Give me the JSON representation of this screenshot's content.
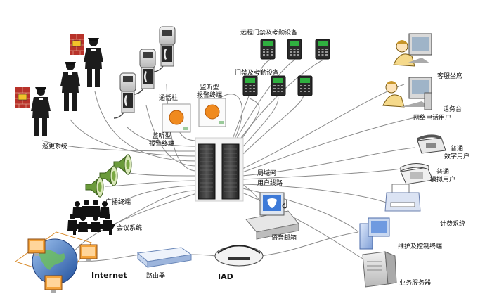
{
  "labels": {
    "remote_access": "远程门禁及考勤设备",
    "access": "门禁及考勤设备",
    "patrol": "巡更系统",
    "call_post": "通话柱",
    "monitor_alarm_1": "监听型\n报警终端",
    "monitor_alarm_2": "监听型\n报警终端",
    "lan": "局域网",
    "user_line": "用户线路",
    "broadcast": "广播终端",
    "conference": "会议系统",
    "internet": "Internet",
    "router": "路由器",
    "iad": "IAD",
    "voicemail": "语音邮箱",
    "customer_service": "客服坐席",
    "operator": "话务台",
    "ip_user": "网络电话用户",
    "digital_user": "普通\n数字用户",
    "analog_user": "普通\n模拟用户",
    "billing": "计费系统",
    "maintenance": "维护及控制终端",
    "business_server": "业务服务器"
  },
  "colors": {
    "line": "#8a8a8a",
    "terminal_dark": "#2a2a2a",
    "terminal_screen": "#30b040",
    "alarm_orange": "#f08a1e",
    "globe_blue": "#3a6fc4",
    "monitor_orange": "#e87820"
  }
}
